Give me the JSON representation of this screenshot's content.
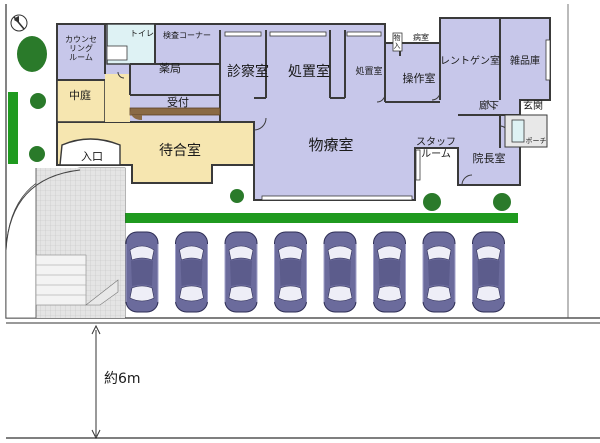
{
  "rooms": {
    "counseling_l1": "カウンセ",
    "counseling_l2": "リング",
    "counseling_l3": "ルーム",
    "toilet": "トイレ",
    "inspection_corner": "検査コーナー",
    "pharmacy": "薬局",
    "courtyard": "中庭",
    "reception": "受付",
    "waiting_room": "待合室",
    "entrance": "入口",
    "exam_room": "診察室",
    "treatment_room": "処置室",
    "treatment_room_small": "処置室",
    "physio_room": "物療室",
    "storage_l1": "物",
    "storage_l2": "入",
    "ward_room": "病室",
    "xray_room": "レントゲン室",
    "supply_room": "雑品庫",
    "operation_room": "操作室",
    "corridor": "廊下",
    "front_door": "玄関",
    "staff_l1": "スタッフ",
    "staff_l2": "ルーム",
    "director_room": "院長室",
    "porch": "ポーチ"
  },
  "dimension_label": "約6m",
  "parking_spaces": 8,
  "colors": {
    "room_fill": "#c7c7ea",
    "waiting_fill": "#f6e6b0",
    "wall": "#3a3a3a",
    "hedge": "#1f9a1f",
    "tree": "#2a7a2a",
    "car_body": "#6b6b9c",
    "car_window": "#eeeef7",
    "pavement": "#d7d7d7",
    "reception_counter": "#8a6a45",
    "site_line": "#333333"
  }
}
